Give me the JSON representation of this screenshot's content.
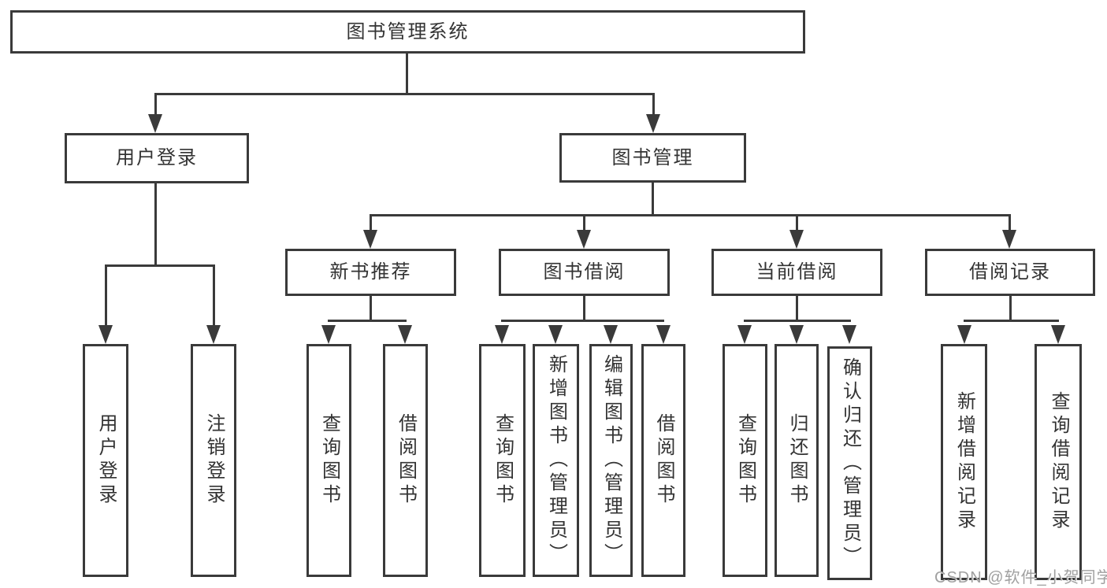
{
  "diagram": {
    "type": "hierarchy-tree",
    "nodes": {
      "root": "图书管理系统",
      "user_login": "用户登录",
      "book_mgmt": "图书管理",
      "new_book_rec": "新书推荐",
      "book_borrow": "图书借阅",
      "current_borrow": "当前借阅",
      "borrow_records": "借阅记录",
      "ul_login": "用户登录",
      "ul_logout": "注销登录",
      "nb_query": "查询图书",
      "nb_borrow": "借阅图书",
      "bb_query": "查询图书",
      "bb_add": "新增图书（管理员）",
      "bb_edit": "编辑图书（管理员）",
      "bb_borrow": "借阅图书",
      "cb_query": "查询图书",
      "cb_return": "归还图书",
      "cb_confirm": "确认归还（管理员）",
      "br_add": "新增借阅记录",
      "br_query": "查询借阅记录"
    },
    "edges": [
      {
        "from": "root",
        "to": [
          "user_login",
          "book_mgmt"
        ]
      },
      {
        "from": "user_login",
        "to": [
          "ul_login",
          "ul_logout"
        ]
      },
      {
        "from": "book_mgmt",
        "to": [
          "new_book_rec",
          "book_borrow",
          "current_borrow",
          "borrow_records"
        ]
      },
      {
        "from": "new_book_rec",
        "to": [
          "nb_query",
          "nb_borrow"
        ]
      },
      {
        "from": "book_borrow",
        "to": [
          "bb_query",
          "bb_add",
          "bb_edit",
          "bb_borrow"
        ]
      },
      {
        "from": "current_borrow",
        "to": [
          "cb_query",
          "cb_return",
          "cb_confirm"
        ]
      },
      {
        "from": "borrow_records",
        "to": [
          "br_add",
          "br_query"
        ]
      }
    ],
    "colors": {
      "line": "#3a3a3a",
      "text": "#333333",
      "background": "#ffffff",
      "watermark": "#a0a0a0"
    }
  },
  "watermark": "CSDN @软件_小贺同学"
}
